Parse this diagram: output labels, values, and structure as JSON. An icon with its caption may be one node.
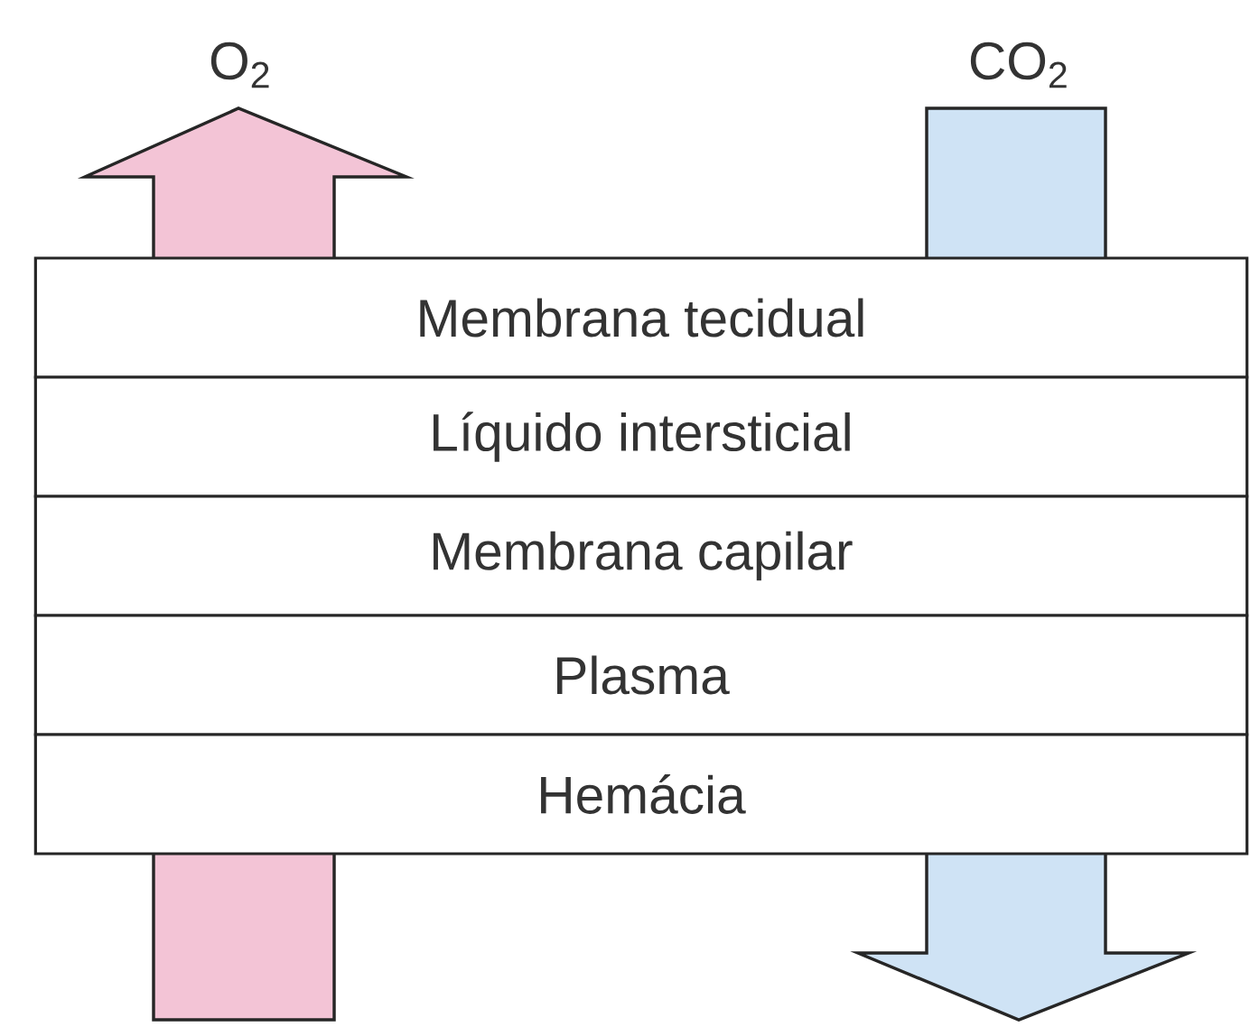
{
  "diagram": {
    "nodes": [
      {
        "text": [
          "Membrana tecidual"
        ]
      },
      {
        "text": [
          "Líquido intersticial"
        ]
      },
      {
        "text": [
          "Membrana capilar"
        ]
      },
      {
        "text": [
          "Plasma"
        ]
      },
      {
        "text": [
          "Hemácia"
        ]
      }
    ],
    "labels": [
      "O$_{2}$",
      "CO$_{2}$"
    ]
  }
}
